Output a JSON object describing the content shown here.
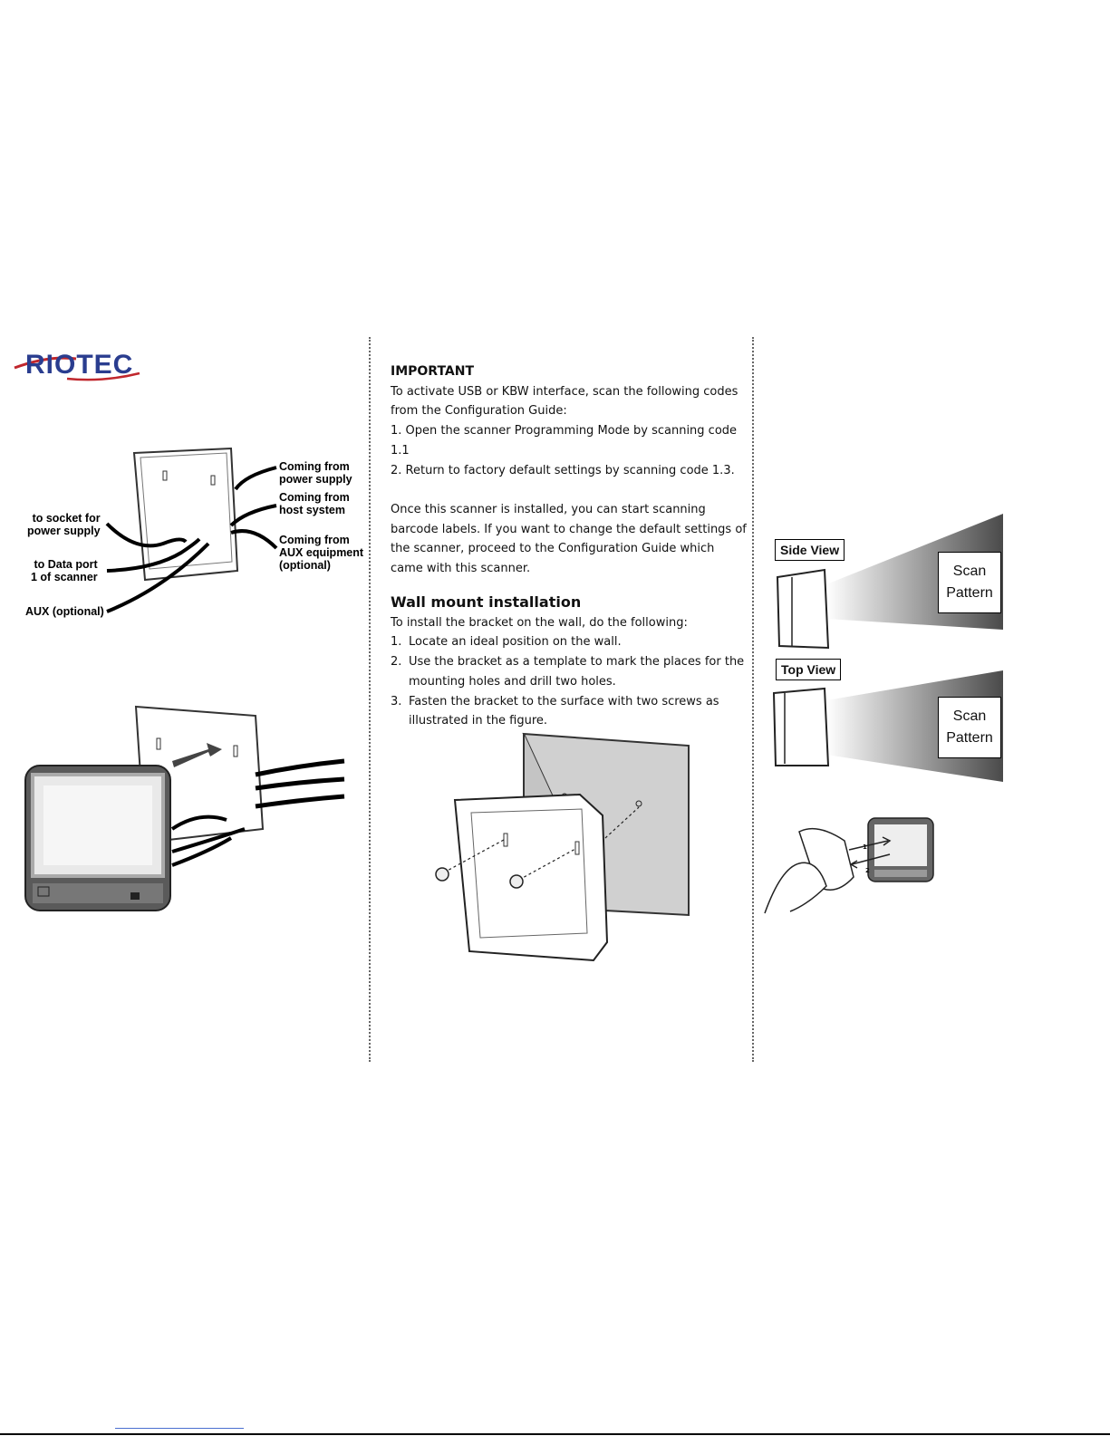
{
  "brand": {
    "logo_text": "RIOTEC"
  },
  "left_panel": {
    "cable_labels": {
      "power_supply_in": "Coming from\npower supply",
      "host_system": "Coming from\nhost system",
      "aux_equipment": "Coming from\nAUX equipment\n(optional)",
      "socket_power": "to socket for\npower supply",
      "data_port": "to Data port\n1 of scanner",
      "aux_optional": "AUX (optional)"
    }
  },
  "middle_panel": {
    "important_heading": "IMPORTANT",
    "important_intro": "To activate USB or KBW interface, scan the following codes from the Configuration Guide:",
    "important_steps": [
      "1. Open the scanner Programming Mode by scanning code 1.1",
      "2. Return to factory default settings by scanning code 1.3."
    ],
    "installed_paragraph": "Once this scanner is installed, you can start scanning barcode labels. If you want to change the default settings of the scanner, proceed to the Configuration Guide which came with this scanner.",
    "wall_heading": "Wall mount installation",
    "wall_intro": "To install the bracket on the wall, do the following:",
    "wall_steps": [
      {
        "num": "1.",
        "text": "Locate an ideal position on the wall."
      },
      {
        "num": "2.",
        "text": "Use the bracket as a template to mark the places for the mounting holes and drill two holes."
      },
      {
        "num": "3.",
        "text": "Fasten the bracket to the surface with two screws as illustrated in the figure."
      }
    ]
  },
  "right_panel": {
    "side_view_label": "Side View",
    "top_view_label": "Top View",
    "scan_pattern_label": "Scan\nPattern",
    "arrow_labels": [
      "1",
      "2"
    ]
  }
}
